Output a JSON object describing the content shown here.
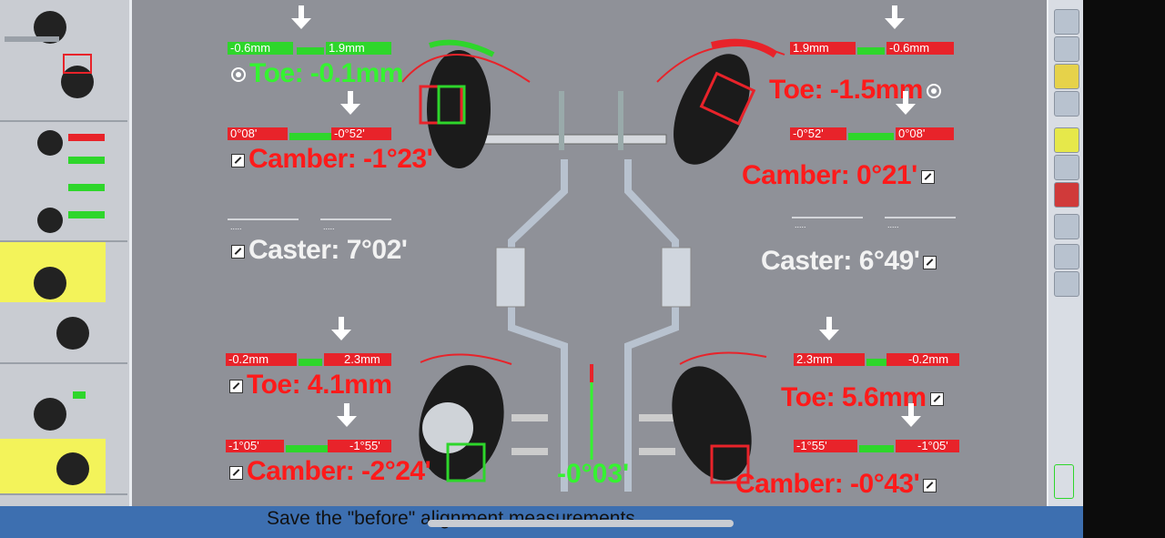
{
  "front_left": {
    "toe": {
      "label": "Toe: -0.1mm",
      "range_left": "-0.6mm",
      "range_right": "1.9mm"
    },
    "camber": {
      "label": "Camber: -1°23'",
      "range_left": "0°08'",
      "range_right": "-0°52'"
    },
    "caster": {
      "label": "Caster: 7°02'",
      "range_left": ".....",
      "range_right": "....."
    }
  },
  "front_right": {
    "toe": {
      "label": "Toe: -1.5mm",
      "range_left": "1.9mm",
      "range_right": "-0.6mm"
    },
    "camber": {
      "label": "Camber: 0°21'",
      "range_left": "-0°52'",
      "range_right": "0°08'"
    },
    "caster": {
      "label": "Caster: 6°49'",
      "range_left": ".....",
      "range_right": "....."
    }
  },
  "rear_left": {
    "toe": {
      "label": "Toe: 4.1mm",
      "range_left": "-0.2mm",
      "range_right": "2.3mm"
    },
    "camber": {
      "label": "Camber: -2°24'",
      "range_left": "-1°05'",
      "range_right": "-1°55'"
    }
  },
  "rear_right": {
    "toe": {
      "label": "Toe: 5.6mm",
      "range_left": "2.3mm",
      "range_right": "-0.2mm"
    },
    "camber": {
      "label": "Camber: -0°43'",
      "range_left": "-1°55'",
      "range_right": "-1°05'"
    }
  },
  "thrust_angle": "-0°03'",
  "status_text": "Save the \"before\" alignment measurements",
  "colors": {
    "in_spec": "#2ed62b",
    "out_of_spec": "#e8232a",
    "screen_bg": "#8f9198",
    "bottom_bar": "#3d6fb0"
  },
  "icons": [
    "edit-icon",
    "target-icon",
    "arrow-down-icon",
    "wheel-icon"
  ]
}
